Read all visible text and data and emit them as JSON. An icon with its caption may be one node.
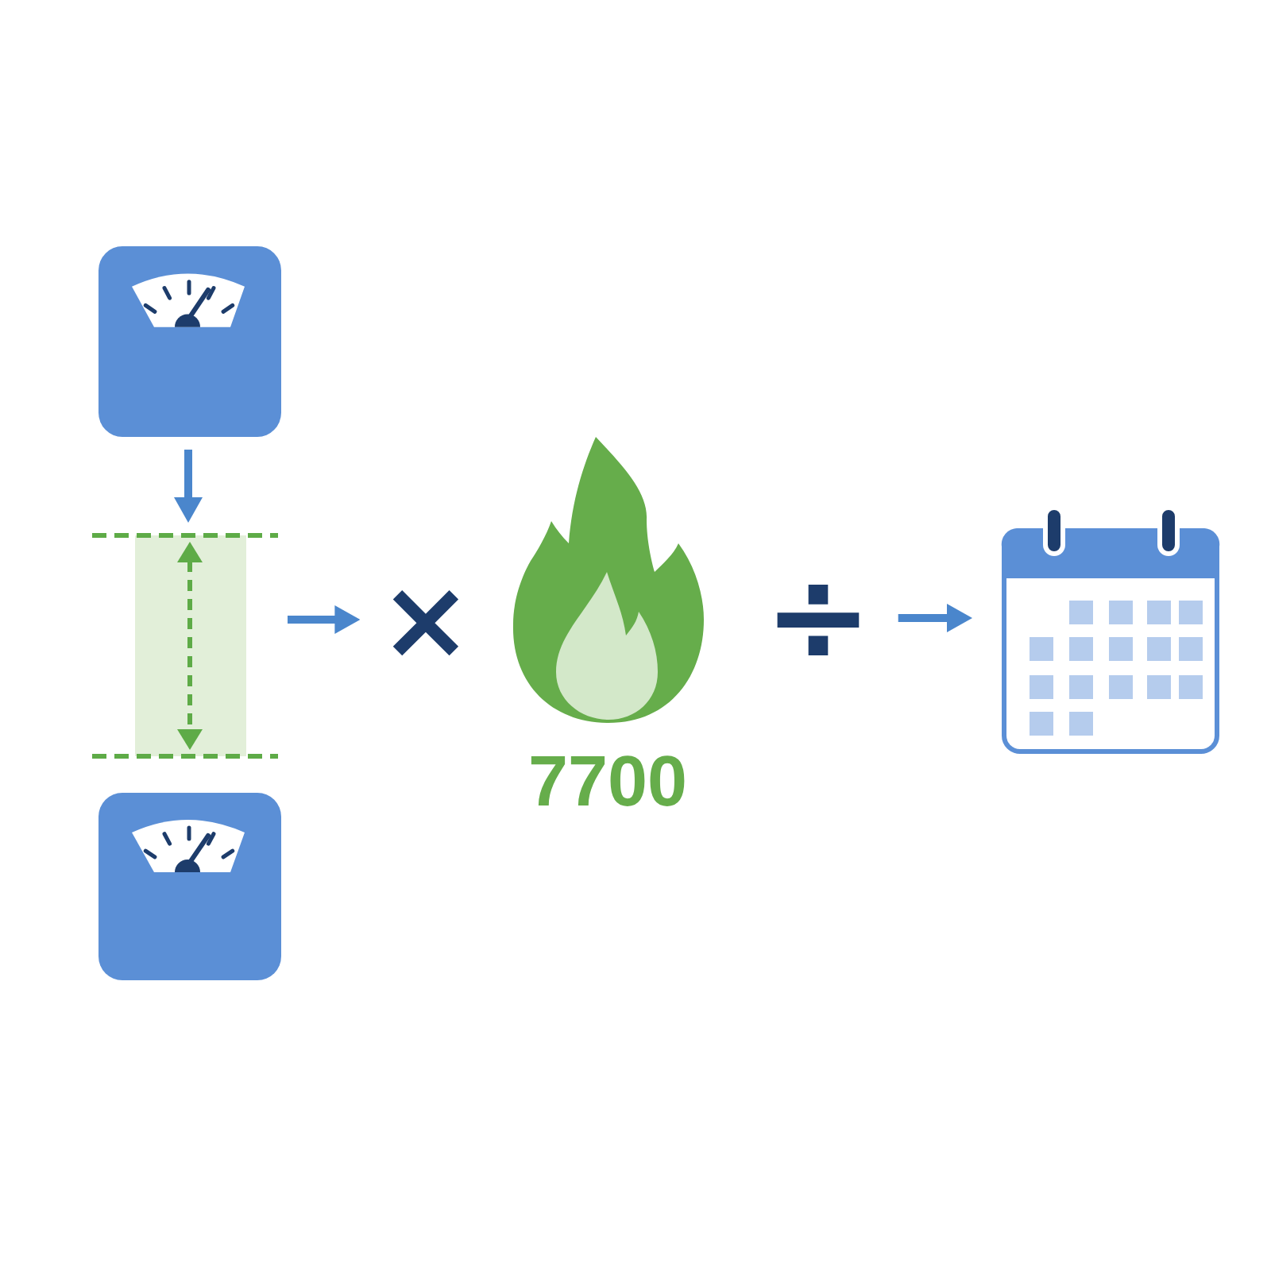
{
  "diagram": {
    "nodes": [
      {
        "text": [],
        "shape": "picture"
      },
      {
        "text": [],
        "shape": "box"
      },
      {
        "text": [],
        "shape": "picture"
      },
      {
        "text": [
          "×"
        ]
      },
      {
        "text": [],
        "shape": "picture",
        "beside": [
          "7700"
        ]
      },
      {
        "text": [
          "÷"
        ]
      },
      {
        "text": [],
        "shape": "picture"
      }
    ],
    "edges": [
      {
        "from": 0,
        "to": 1,
        "arrow": "to"
      },
      {
        "from": 1,
        "to": 3,
        "arrow": "to"
      },
      {
        "from": 5,
        "to": 6,
        "arrow": "to"
      }
    ]
  }
}
